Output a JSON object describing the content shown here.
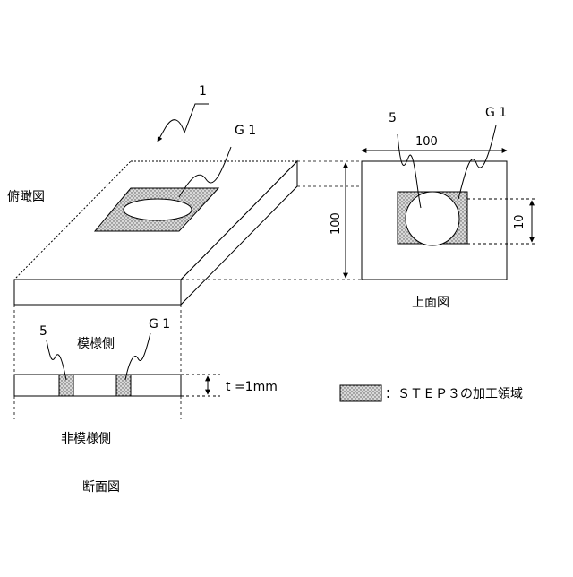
{
  "figure": {
    "ref_main": "1",
    "ref_g1": "G 1",
    "ref_5": "5",
    "label_perspective": "俯瞰図",
    "label_top_view": "上面図",
    "label_cross_section": "断面図",
    "label_pattern_side": "模様側",
    "label_non_pattern_side": "非模様側",
    "dim_width": "100",
    "dim_height": "100",
    "dim_hole": "10",
    "dim_thickness": "t =1mm",
    "legend_text": "：ＳＴＥＰ３の加工領域"
  },
  "colors": {
    "line": "#000000",
    "hatch_fill": "#d9d9d9",
    "hatch_dot": "#555555",
    "background": "#ffffff"
  }
}
